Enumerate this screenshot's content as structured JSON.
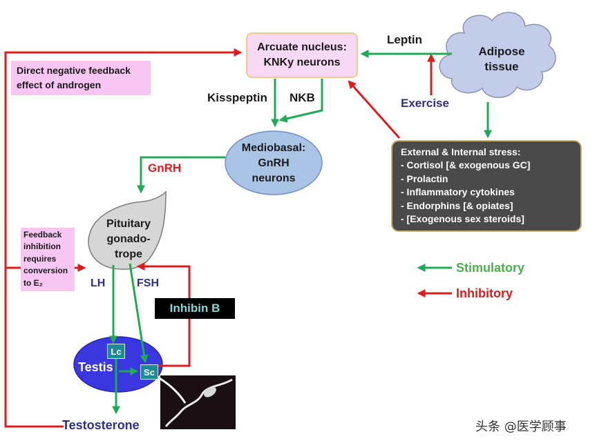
{
  "nodes": {
    "arcuate": {
      "line1": "Arcuate nucleus:",
      "line2": "KNKy neurons"
    },
    "adipose": {
      "line1": "Adipose",
      "line2": "tissue"
    },
    "mediobasal": {
      "line1": "Mediobasal:",
      "line2": "GnRH",
      "line3": "neurons"
    },
    "pituitary": {
      "line1": "Pituitary",
      "line2": "gonado-",
      "line3": "trope"
    },
    "testis": {
      "label": "Testis",
      "lc": "Lc",
      "sc": "Sc"
    },
    "stress": {
      "title": "External & Internal stress:",
      "items": [
        "- Cortisol [& exogenous GC]",
        "- Prolactin",
        "- Inflammatory cytokines",
        "- Endorphins [& opiates]",
        "- [Exogenous sex steroids]"
      ]
    }
  },
  "labels": {
    "leptin": "Leptin",
    "exercise": "Exercise",
    "kisspeptin": "Kisspeptin",
    "nkb": "NKB",
    "gnrh": "GnRH",
    "lh": "LH",
    "fsh": "FSH",
    "inhibin_b": "Inhibin B",
    "testosterone": "Testosterone"
  },
  "notes": {
    "direct_feedback": {
      "line1": "Direct negative feedback",
      "line2": "effect of androgen"
    },
    "feedback_inhibition": {
      "line1": "Feedback",
      "line2": "inhibition",
      "line3": "requires",
      "line4": "conversion",
      "line5": "to E₂"
    }
  },
  "legend": {
    "stimulatory": "Stimulatory",
    "inhibitory": "Inhibitory"
  },
  "watermark": "头条 @医学顾事",
  "colors": {
    "stimulatory": "#1faa55",
    "inhibitory": "#e01b1b",
    "pink_box": "#f7c6f2",
    "ellipse_blue": "#aac4e6",
    "testis_blue": "#3a36e0",
    "navy_text": "#2e2e86",
    "stress_box": "#4a4a4a",
    "cloud": "#c3cdea"
  }
}
